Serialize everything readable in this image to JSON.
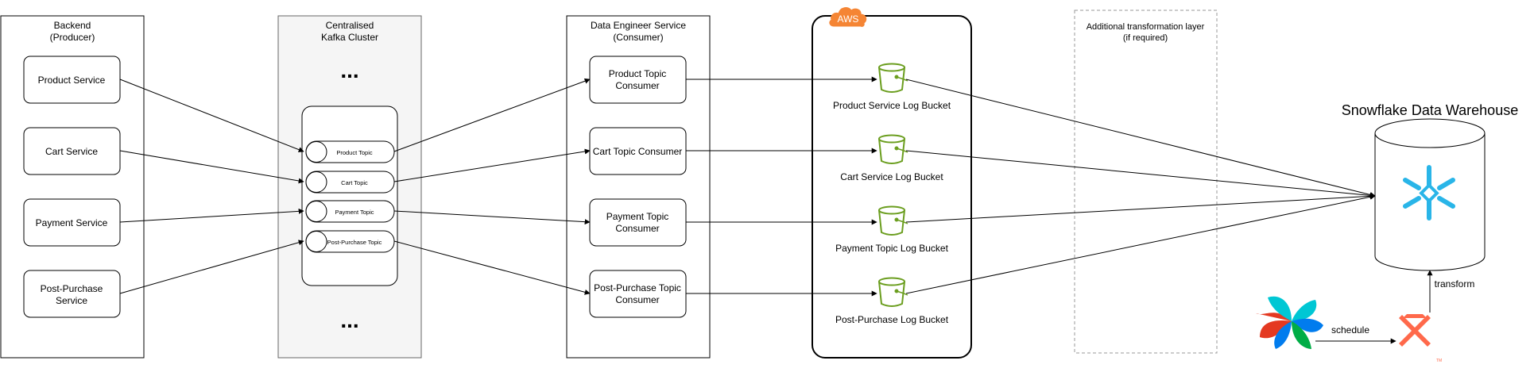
{
  "backend": {
    "title_line1": "Backend",
    "title_line2": "(Producer)",
    "services": [
      {
        "line1": "Product Service",
        "line2": ""
      },
      {
        "line1": "Cart Service",
        "line2": ""
      },
      {
        "line1": "Payment Service",
        "line2": ""
      },
      {
        "line1": "Post-Purchase",
        "line2": "Service"
      }
    ]
  },
  "kafka": {
    "title_line1": "Centralised",
    "title_line2": "Kafka Cluster",
    "ellipsis_top": "...",
    "ellipsis_bottom": "...",
    "topics": [
      "Product Topic",
      "Cart Topic",
      "Payment Topic",
      "Post-Purchase Topic"
    ]
  },
  "consumer": {
    "title_line1": "Data Engineer Service",
    "title_line2": "(Consumer)",
    "consumers": [
      {
        "line1": "Product Topic",
        "line2": "Consumer"
      },
      {
        "line1": "Cart Topic Consumer",
        "line2": ""
      },
      {
        "line1": "Payment Topic",
        "line2": "Consumer"
      },
      {
        "line1": "Post-Purchase Topic",
        "line2": "Consumer"
      }
    ]
  },
  "aws": {
    "badge": "AWS",
    "buckets": [
      "Product Service Log Bucket",
      "Cart Service Log Bucket",
      "Payment Topic Log Bucket",
      "Post-Purchase Log Bucket"
    ]
  },
  "transform_layer": {
    "title_line1": "Additional transformation layer",
    "title_line2": "(if required)"
  },
  "snowflake": {
    "title": "Snowflake Data Warehouse"
  },
  "orchestration": {
    "schedule_label": "schedule",
    "transform_label": "transform",
    "dbt_mark": "TM"
  },
  "colors": {
    "kafka_bg": "#f5f5f5",
    "bucket_green": "#6b9e1f",
    "aws_orange": "#f58534",
    "snowflake_blue": "#29b5e8",
    "dbt_orange": "#ff694b",
    "airflow_red": "#e43921",
    "airflow_teal": "#00c7d4",
    "airflow_blue": "#017cee",
    "airflow_green": "#00ad46"
  }
}
